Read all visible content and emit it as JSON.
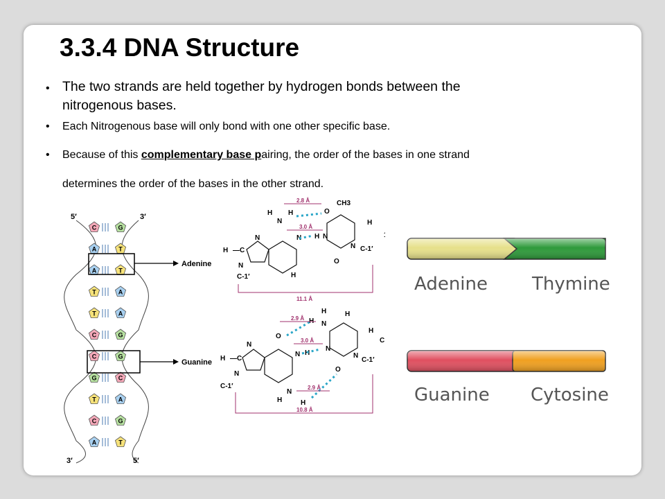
{
  "slide": {
    "title": "3.3.4 DNA Structure",
    "bullets": {
      "b1_line1": "The two strands are held together by hydrogen bonds between the",
      "b1_line2": "nitrogenous bases.",
      "b2": "Each Nitrogenous base will only bond with one other specific base.",
      "b3_pre": "Because of this ",
      "b3_link": "complementary base p",
      "b3_post": "airing, the order of the bases in one strand",
      "b3_line2": "determines the order of the bases in the other strand."
    }
  },
  "helix": {
    "top_left": "5′",
    "top_right": "3′",
    "bottom_left": "3′",
    "bottom_right": "5′",
    "pairs": [
      {
        "left": "C",
        "right": "G"
      },
      {
        "left": "A",
        "right": "T"
      },
      {
        "left": "A",
        "right": "T"
      },
      {
        "left": "T",
        "right": "A"
      },
      {
        "left": "T",
        "right": "A"
      },
      {
        "left": "C",
        "right": "G"
      },
      {
        "left": "C",
        "right": "G"
      },
      {
        "left": "G",
        "right": "C"
      },
      {
        "left": "T",
        "right": "A"
      },
      {
        "left": "C",
        "right": "G"
      },
      {
        "left": "A",
        "right": "T"
      }
    ],
    "callout_adenine": "Adenine",
    "callout_guanine": "Guanine"
  },
  "molecules": {
    "at": {
      "d1": "2.8 Å",
      "d2": "3.0 Å",
      "width": "11.1 Å",
      "ch3": "CH3"
    },
    "gc": {
      "d1": "2.9 Å",
      "d2": "3.0 Å",
      "d3": "2.9 Å",
      "width": "10.8 Å"
    }
  },
  "bars": {
    "at_left": "Adenine",
    "at_right": "Thymine",
    "gc_left": "Guanine",
    "gc_right": "Cytosine",
    "colors": {
      "adenine": "#e6e08a",
      "thymine": "#2e9a3a",
      "guanine": "#e05060",
      "cytosine": "#f0a020"
    }
  }
}
